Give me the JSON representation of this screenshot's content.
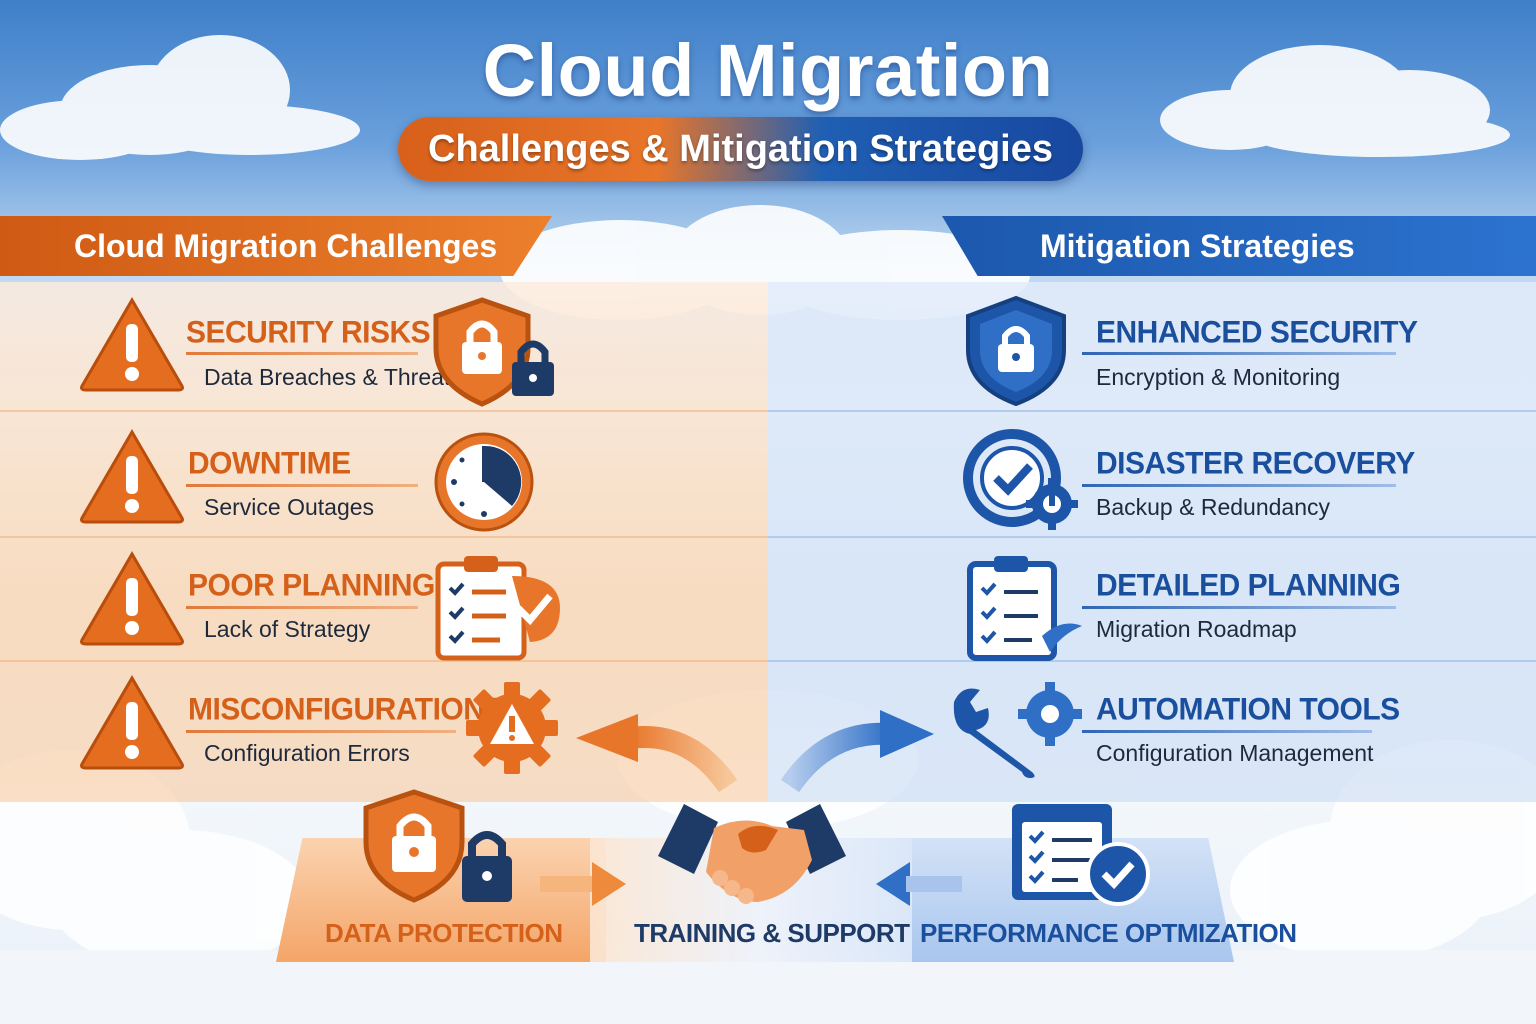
{
  "header": {
    "title": "Cloud Migration",
    "subtitle": "Challenges & Mitigation Strategies"
  },
  "challenges": {
    "heading": "Cloud Migration Challenges",
    "items": [
      {
        "title": "SECURITY RISKS",
        "subtitle": "Data Breaches & Threats",
        "icon": "shield-lock-icon"
      },
      {
        "title": "DOWNTIME",
        "subtitle": "Service Outages",
        "icon": "clock-icon"
      },
      {
        "title": "POOR PLANNING",
        "subtitle": "Lack of Strategy",
        "icon": "clipboard-checklist-icon"
      },
      {
        "title": "MISCONFIGURATIONS",
        "subtitle": "Configuration Errors",
        "icon": "gear-warning-icon"
      }
    ]
  },
  "strategies": {
    "heading": "Mitigation Strategies",
    "items": [
      {
        "title": "ENHANCED SECURITY",
        "subtitle": "Encryption & Monitoring",
        "icon": "shield-lock-icon"
      },
      {
        "title": "DISASTER RECOVERY",
        "subtitle": "Backup & Redundancy",
        "icon": "recovery-check-icon"
      },
      {
        "title": "DETAILED PLANNING",
        "subtitle": "Migration Roadmap",
        "icon": "clipboard-checklist-icon"
      },
      {
        "title": "AUTOMATION TOOLS",
        "subtitle": "Configuration Management",
        "icon": "wrench-gear-icon"
      }
    ]
  },
  "bottom": {
    "left": "DATA PROTECTION",
    "center": "TRAINING & SUPPORT",
    "right": "PERFORMANCE OPTMIZATION"
  },
  "colors": {
    "orange": "#d5601a",
    "blue": "#1a4f9e",
    "navy": "#1e3a66"
  }
}
